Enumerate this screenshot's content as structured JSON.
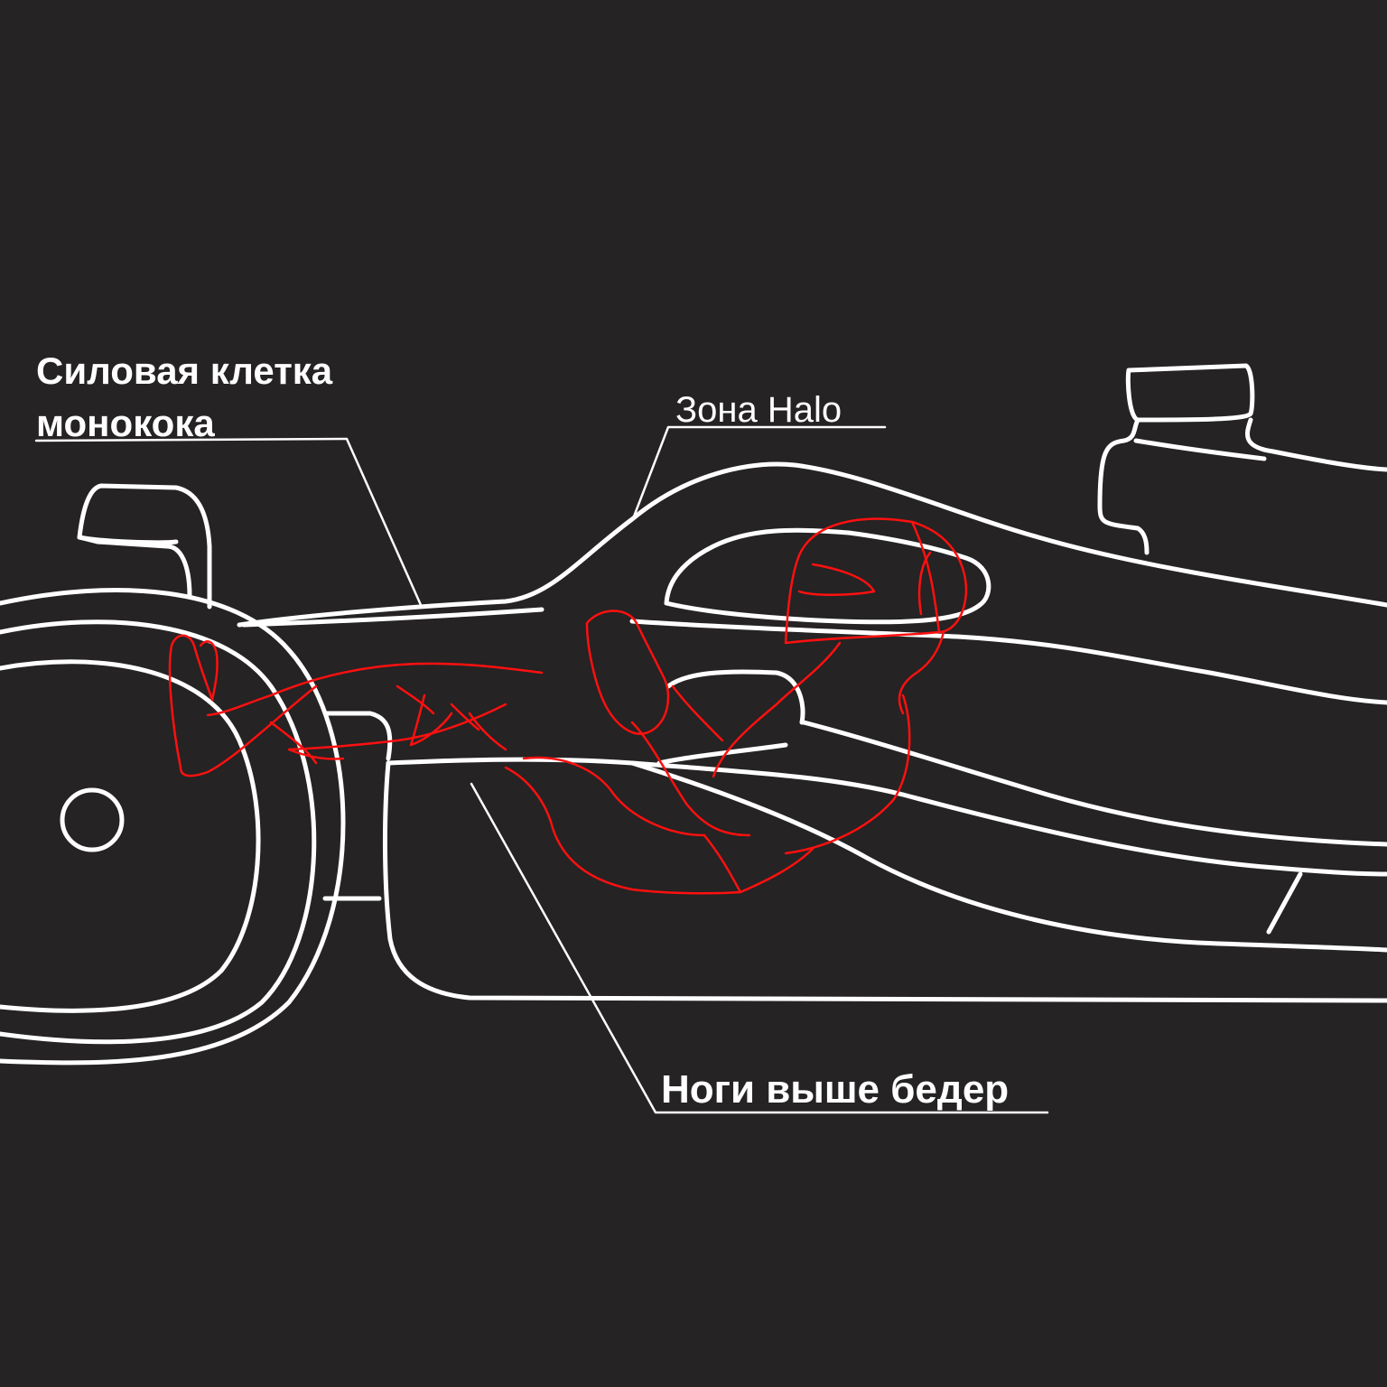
{
  "colors": {
    "background": "#252323",
    "outline": "#ffffff",
    "driver": "#ff1010"
  },
  "labels": {
    "monocoque_line1": "Силовая клетка",
    "monocoque_line2": "монокока",
    "halo": "Зона Halo",
    "legs": "Ноги выше бедер"
  }
}
